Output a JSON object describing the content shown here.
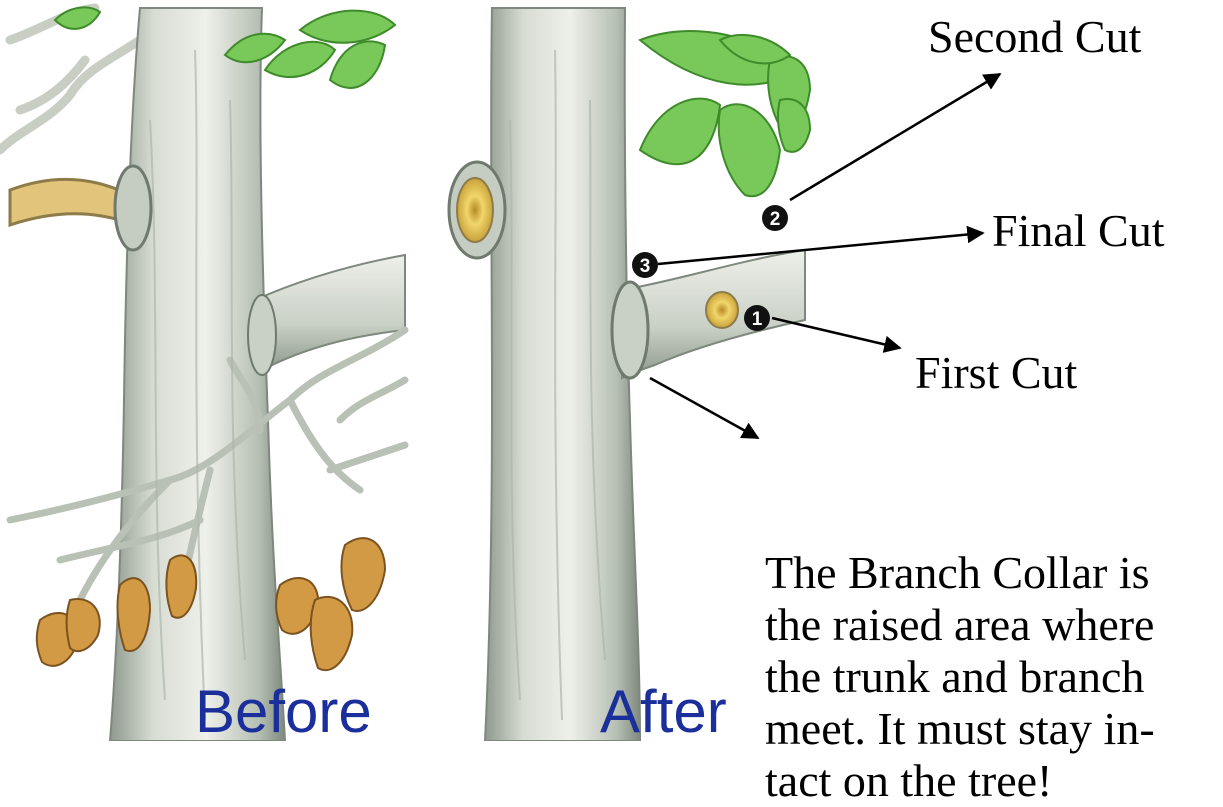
{
  "labels": {
    "second_cut": "Second Cut",
    "final_cut": "Final Cut",
    "first_cut": "First Cut"
  },
  "captions": {
    "before": "Before",
    "after": "After"
  },
  "markers": {
    "one": "1",
    "two": "2",
    "three": "3"
  },
  "description": {
    "lines": [
      "The Branch Collar is",
      "the raised area where",
      "the trunk and branch",
      "meet.  It must stay in-",
      "tact on the tree!"
    ]
  },
  "colors": {
    "bark": "#d5dbd2",
    "bark_shadow": "#9da79c",
    "leaf_green": "#6cc24a",
    "leaf_dead": "#c98f3a",
    "cut_face": "#e8c64a",
    "caption_blue": "#1a2f9a"
  }
}
